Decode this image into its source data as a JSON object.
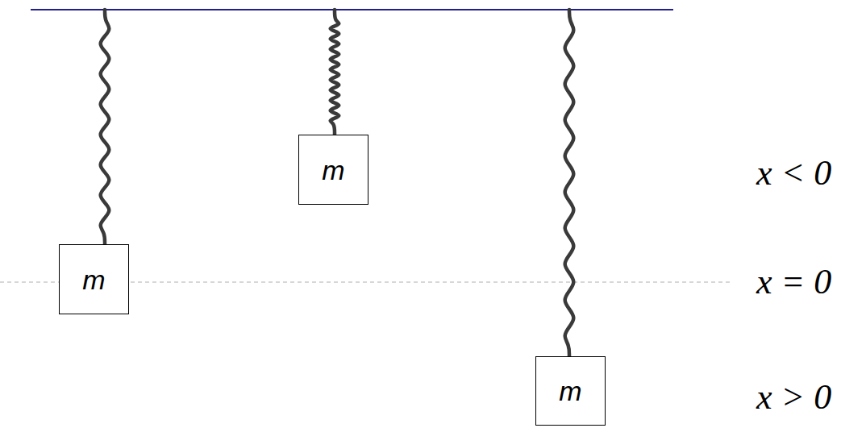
{
  "diagram": {
    "nodes": [
      {
        "text": [
          "m"
        ]
      },
      {
        "text": [
          "m"
        ]
      },
      {
        "text": [
          "m"
        ]
      }
    ],
    "edges": [],
    "labels": [
      "x < 0",
      "x = 0",
      "x > 0"
    ]
  }
}
